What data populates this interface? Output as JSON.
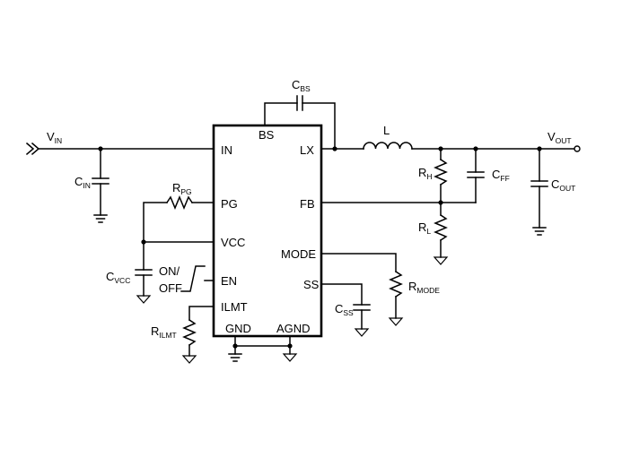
{
  "pins": {
    "in": "IN",
    "bs": "BS",
    "lx": "LX",
    "pg": "PG",
    "fb": "FB",
    "vcc": "VCC",
    "mode": "MODE",
    "en": "EN",
    "ss": "SS",
    "ilmt": "ILMT",
    "gnd": "GND",
    "agnd": "AGND"
  },
  "labels": {
    "vin_main": "V",
    "vin_sub": "IN",
    "cin_main": "C",
    "cin_sub": "IN",
    "cbs_main": "C",
    "cbs_sub": "BS",
    "inductor": "L",
    "vout_main": "V",
    "vout_sub": "OUT",
    "rh_main": "R",
    "rh_sub": "H",
    "cff_main": "C",
    "cff_sub": "FF",
    "cout_main": "C",
    "cout_sub": "OUT",
    "rl_main": "R",
    "rl_sub": "L",
    "rpg_main": "R",
    "rpg_sub": "PG",
    "cvcc_main": "C",
    "cvcc_sub": "VCC",
    "onoff_line1": "ON/",
    "onoff_line2": "OFF",
    "rmode_main": "R",
    "rmode_sub": "MODE",
    "css_main": "C",
    "css_sub": "SS",
    "rilmt_main": "R",
    "rilmt_sub": "ILMT"
  }
}
